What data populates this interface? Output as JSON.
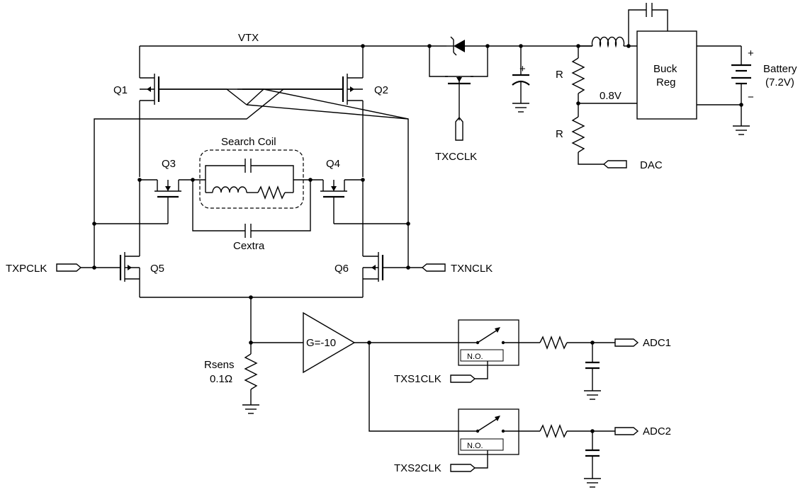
{
  "labels": {
    "vtx": "VTX",
    "q1": "Q1",
    "q2": "Q2",
    "q3": "Q3",
    "q4": "Q4",
    "q5": "Q5",
    "q6": "Q6",
    "search_coil": "Search Coil",
    "cextra": "Cextra",
    "txpclk": "TXPCLK",
    "txnclk": "TXNCLK",
    "txcclk": "TXCCLK",
    "r_top": "R",
    "r_bottom": "R",
    "v08": "0.8V",
    "dac": "DAC",
    "buck_line1": "Buck",
    "buck_line2": "Reg",
    "battery_line1": "Battery",
    "battery_line2": "(7.2V)",
    "plus": "+",
    "minus": "−",
    "rsens_line1": "Rsens",
    "rsens_line2": "0.1Ω",
    "gain": "G=-10",
    "no1": "N.O.",
    "no2": "N.O.",
    "txs1clk": "TXS1CLK",
    "txs2clk": "TXS2CLK",
    "adc1": "ADC1",
    "adc2": "ADC2"
  }
}
